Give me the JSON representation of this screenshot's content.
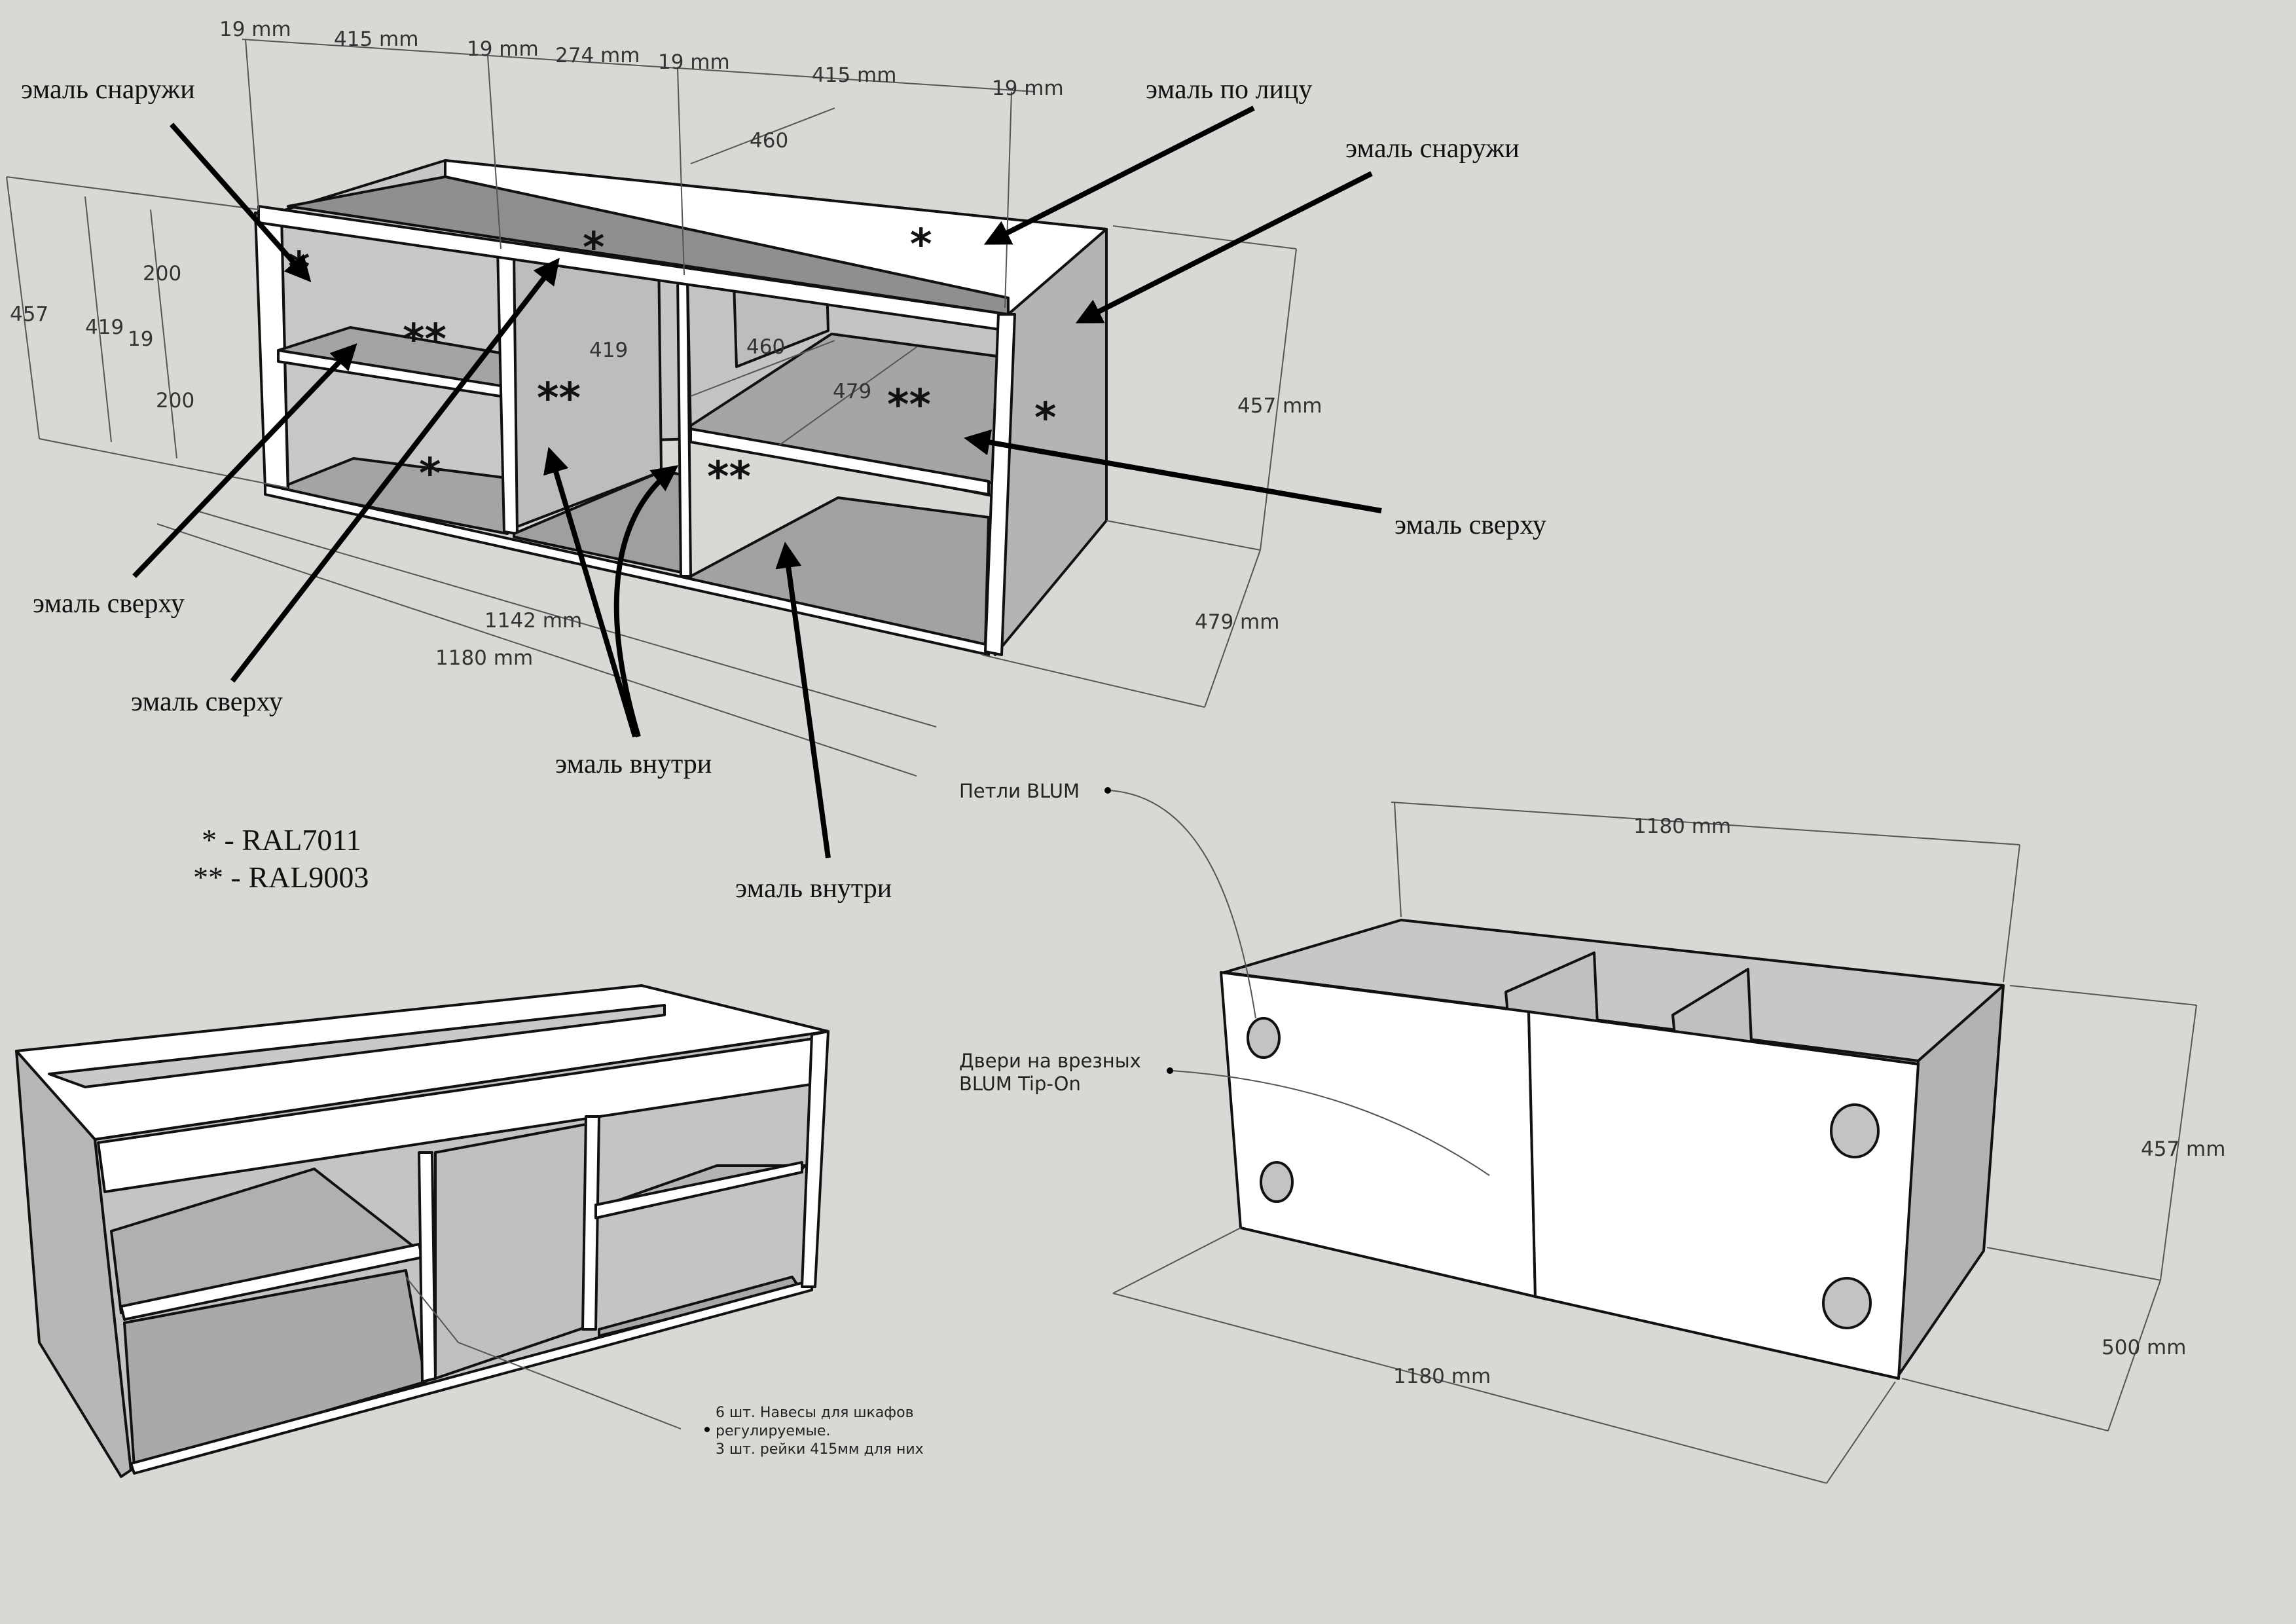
{
  "annotations": {
    "outside_top_left": "эмаль снаружи",
    "front_face": "эмаль по лицу",
    "outside_right": "эмаль снаружи",
    "top_right": "эмаль сверху",
    "top_left_1": "эмаль сверху",
    "top_left_2": "эмаль сверху",
    "inside_1": "эмаль внутри",
    "inside_2": "эмаль внутри"
  },
  "legend": {
    "line1": "* - RAL7011",
    "line2": "** - RAL9003"
  },
  "marks": {
    "single": "*",
    "double": "**"
  },
  "top_view": {
    "dims": {
      "w19a": "19 mm",
      "w415a": "415 mm",
      "w19b": "19 mm",
      "w274": "274 mm",
      "w19c": "19 mm",
      "w415b": "415 mm",
      "w19d": "19 mm",
      "d460a": "460",
      "d460b": "460",
      "d479": "479",
      "h419_inner": "419",
      "h457": "457",
      "h419": "419",
      "h200a": "200",
      "h19": "19",
      "h200b": "200",
      "w1142": "1142 mm",
      "w1180": "1180 mm",
      "h457mm": "457 mm",
      "d479mm": "479 mm"
    }
  },
  "doors_view": {
    "hinges_label": "Петли BLUM",
    "doors_label_line1": "Двери на врезных",
    "doors_label_line2": "BLUM Tip-On",
    "dims": {
      "top_width": "1180 mm",
      "bottom_width": "1180 mm",
      "height": "457 mm",
      "depth": "500 mm"
    }
  },
  "back_view": {
    "note_line1": "6 шт. Навесы для шкафов",
    "note_line2": "регулируемые.",
    "note_line3": "3 шт. рейки 415мм для них"
  },
  "colors": {
    "background": "#d9d8d5",
    "panel_edge": "#ffffff",
    "panel_light": "#c3c3c3",
    "panel_mid": "#a6a6a6",
    "panel_dark": "#8f8f8f"
  }
}
